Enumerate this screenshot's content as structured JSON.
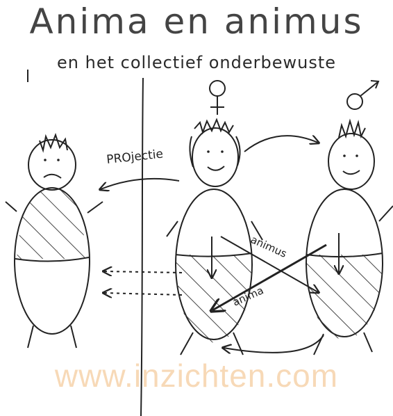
{
  "title": "Anima en animus",
  "subtitle": "en het collectief onderbewuste",
  "labels": {
    "projection": "PROjectie",
    "animus": "animus",
    "anima": "anima"
  },
  "symbols": {
    "female": "♀",
    "male": "♂"
  },
  "watermark": "www.inzichten.com",
  "colors": {
    "ink": "#222222",
    "watermark": "#f7d7b4"
  }
}
